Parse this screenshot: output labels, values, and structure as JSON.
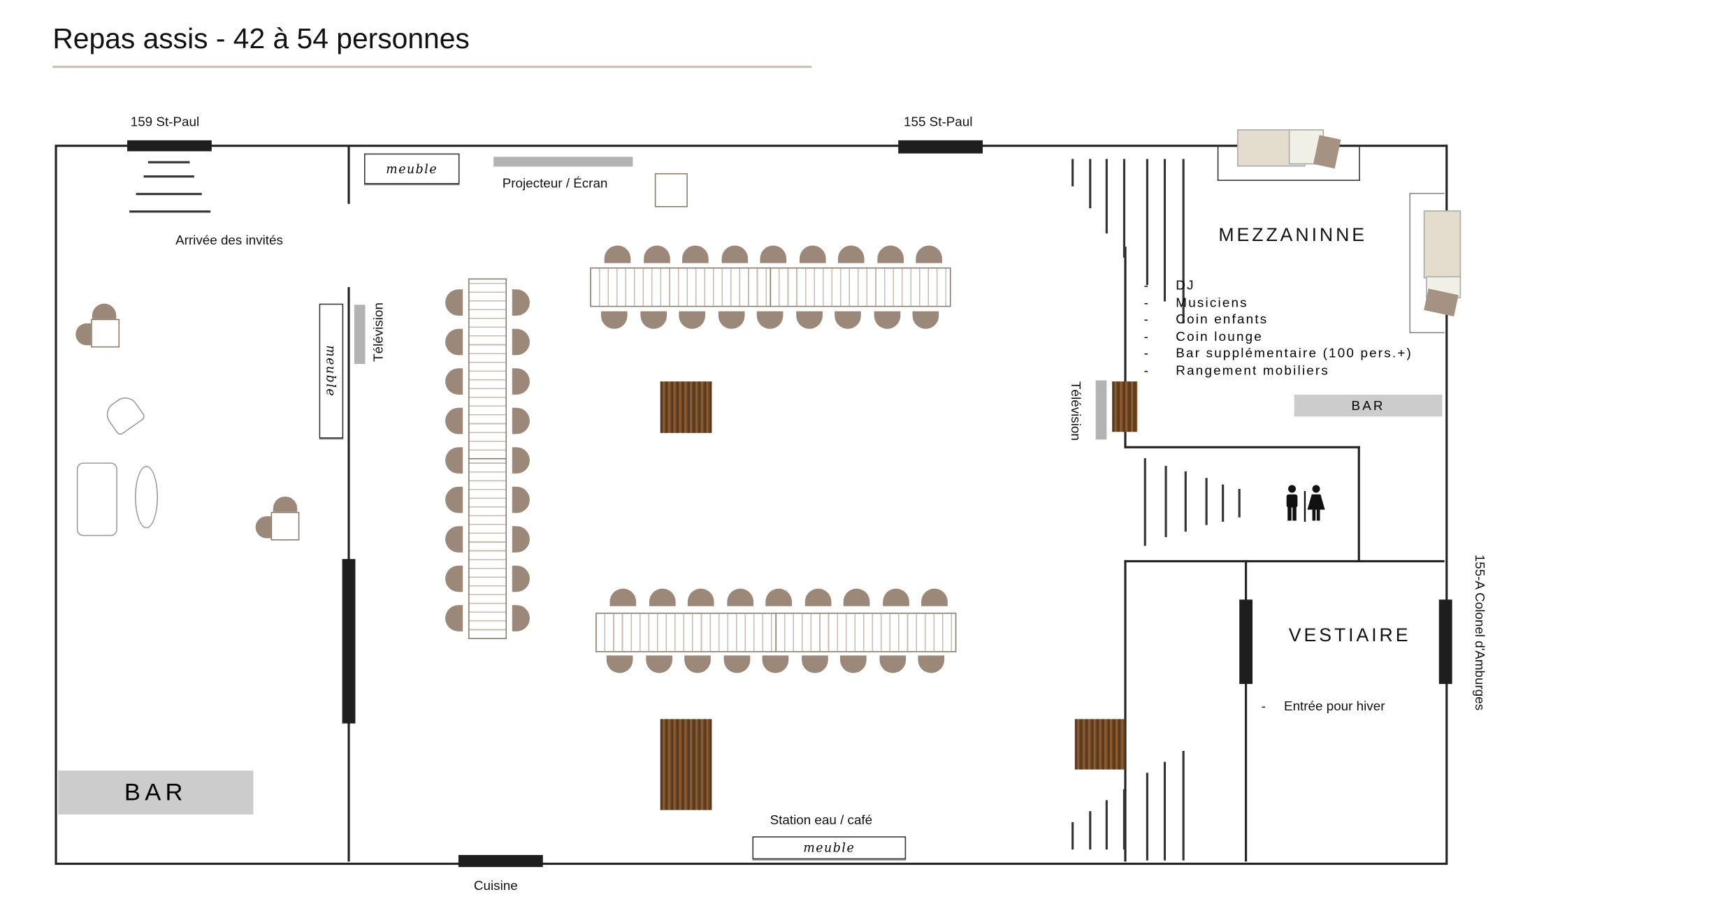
{
  "title": "Repas assis - 42 à 54 personnes",
  "labels": {
    "door_159": "159 St-Paul",
    "door_155": "155 St-Paul",
    "arrival": "Arrivée des invités",
    "projector": "Projecteur / Écran",
    "tv_left": "Télévision",
    "tv_right": "Télévision",
    "bar_main": "BAR",
    "bar_mezz": "BAR",
    "kitchen": "Cuisine",
    "water_station": "Station eau / café",
    "side_entrance": "155-A Colonel d'Amburges",
    "furniture": "meuble"
  },
  "mezzanine": {
    "title": "MEZZANINNE",
    "items": [
      "DJ",
      "Musiciens",
      "Coin enfants",
      "Coin lounge",
      "Bar supplémentaire (100 pers.+)",
      "Rangement mobiliers"
    ]
  },
  "vestiaire": {
    "title": "VESTIAIRE",
    "items": [
      "Entrée pour hiver"
    ]
  },
  "colors": {
    "wall": "#222222",
    "chair": "#9c8878",
    "bar": "#cccccc",
    "accent": "#c8bfb5"
  }
}
